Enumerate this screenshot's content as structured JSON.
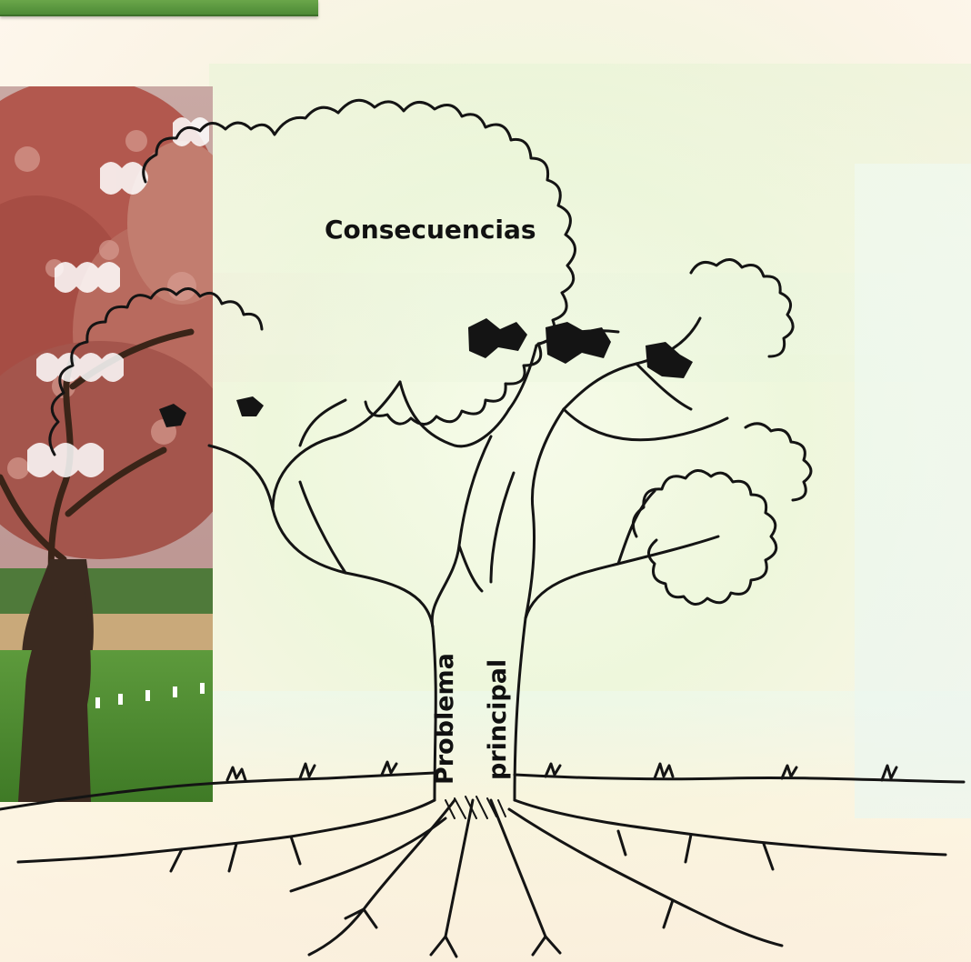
{
  "diagram": {
    "top_label": "Consecuencias",
    "trunk_label_lines": [
      "Problema",
      "principal"
    ]
  }
}
